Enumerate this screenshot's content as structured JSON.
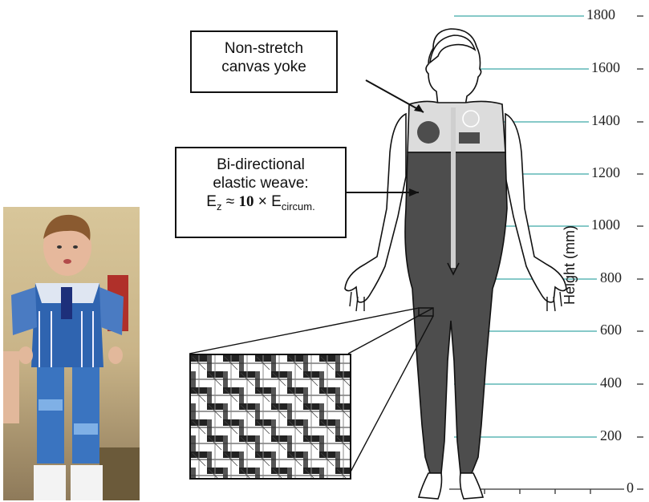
{
  "callouts": {
    "yoke": [
      "Non-stretch",
      "canvas yoke"
    ],
    "weave": {
      "line1": "Bi-directional",
      "line2": "elastic weave:",
      "formula_prefix": "E",
      "formula_sub_z": "z",
      "formula_mid": " ≈ ",
      "formula_bold": "10",
      "formula_times": " × E",
      "formula_sub_c": "circum."
    }
  },
  "scale": {
    "axis_label": "Height (mm)",
    "ticks": [
      "1800",
      "1600",
      "1400",
      "1200",
      "1000",
      "800",
      "600",
      "400",
      "200",
      "0"
    ]
  },
  "colors": {
    "suit": "#4d4d4d",
    "yoke": "#dcdcdc",
    "scale_lines": "#3fa9a8"
  }
}
